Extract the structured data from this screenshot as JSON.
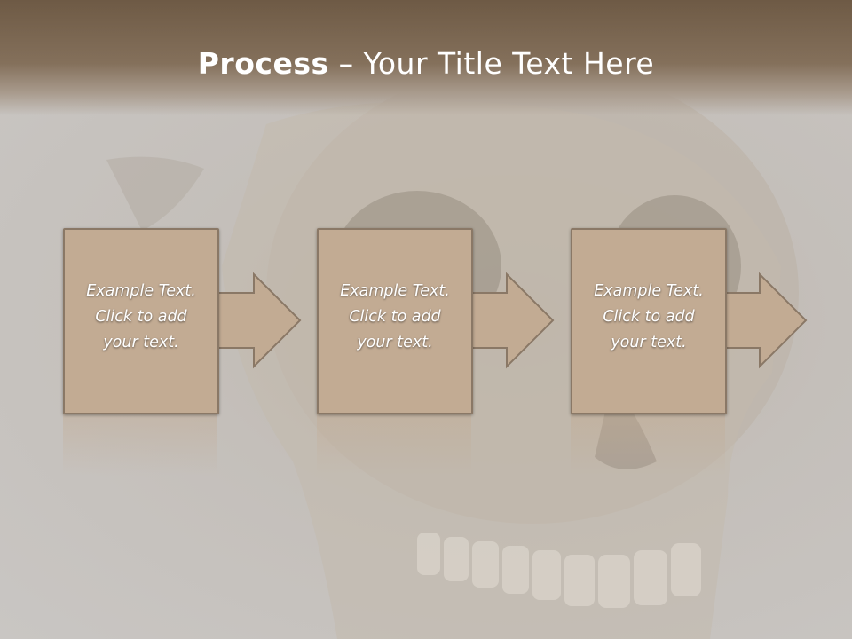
{
  "title": {
    "bold": "Process",
    "rest": " – Your Title Text Here"
  },
  "steps": [
    {
      "line1": "Example Text.",
      "line2": "Click  to add",
      "line3": "your text."
    },
    {
      "line1": "Example Text.",
      "line2": "Click  to add",
      "line3": "your text."
    },
    {
      "line1": "Example Text.",
      "line2": "Click  to add",
      "line3": "your text."
    }
  ],
  "colors": {
    "box_fill": "#c2ab93",
    "box_border": "#8a7866",
    "title_bar": "#7a654f",
    "background": "#c8c4c0"
  }
}
